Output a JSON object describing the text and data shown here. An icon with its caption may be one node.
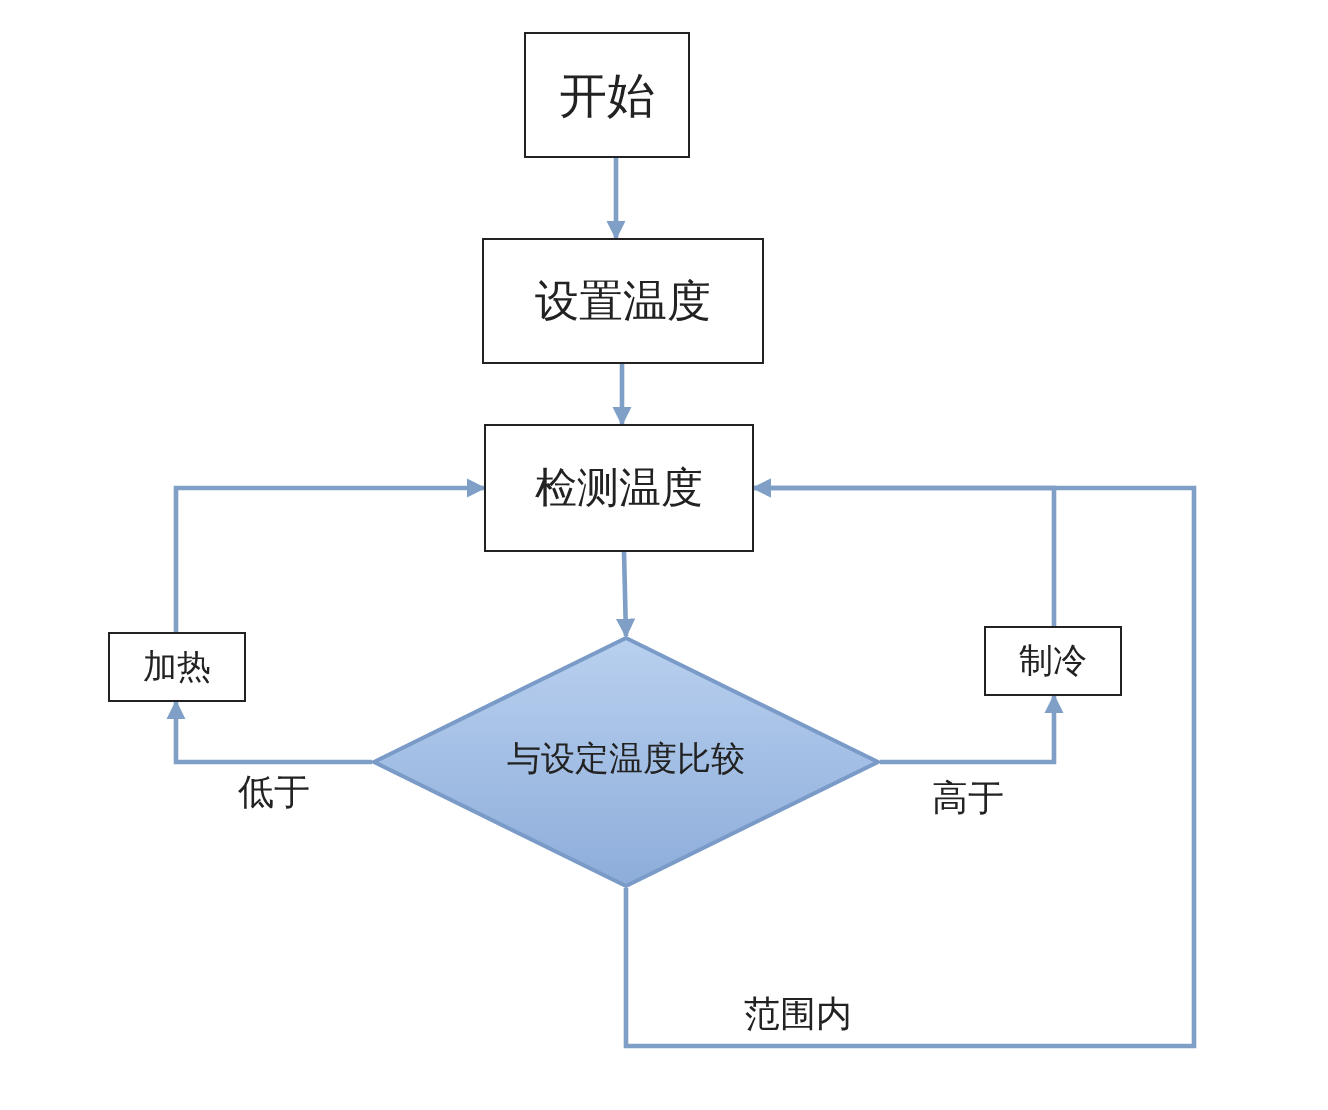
{
  "diagram": {
    "nodes": [
      {
        "text": [
          "开始"
        ]
      },
      {
        "text": [
          "设置温度"
        ]
      },
      {
        "text": [
          "检测温度"
        ]
      },
      {
        "text": [
          "与设定温度比较"
        ]
      },
      {
        "text": [
          "加热"
        ]
      },
      {
        "text": [
          "制冷"
        ]
      }
    ],
    "edges": [
      {
        "from": 0,
        "to": 1,
        "arrow": "to"
      },
      {
        "from": 1,
        "to": 2,
        "arrow": "to"
      },
      {
        "from": 2,
        "to": 3,
        "arrow": "to"
      },
      {
        "from": 3,
        "to": 4,
        "label": "低于",
        "arrow": "to"
      },
      {
        "from": 3,
        "to": 5,
        "label": "高于",
        "arrow": "to"
      },
      {
        "from": 4,
        "to": 2,
        "arrow": "to"
      },
      {
        "from": 5,
        "to": 2,
        "arrow": "to"
      },
      {
        "from": 3,
        "to": 2,
        "label": "范围内",
        "arrow": "to"
      }
    ]
  }
}
